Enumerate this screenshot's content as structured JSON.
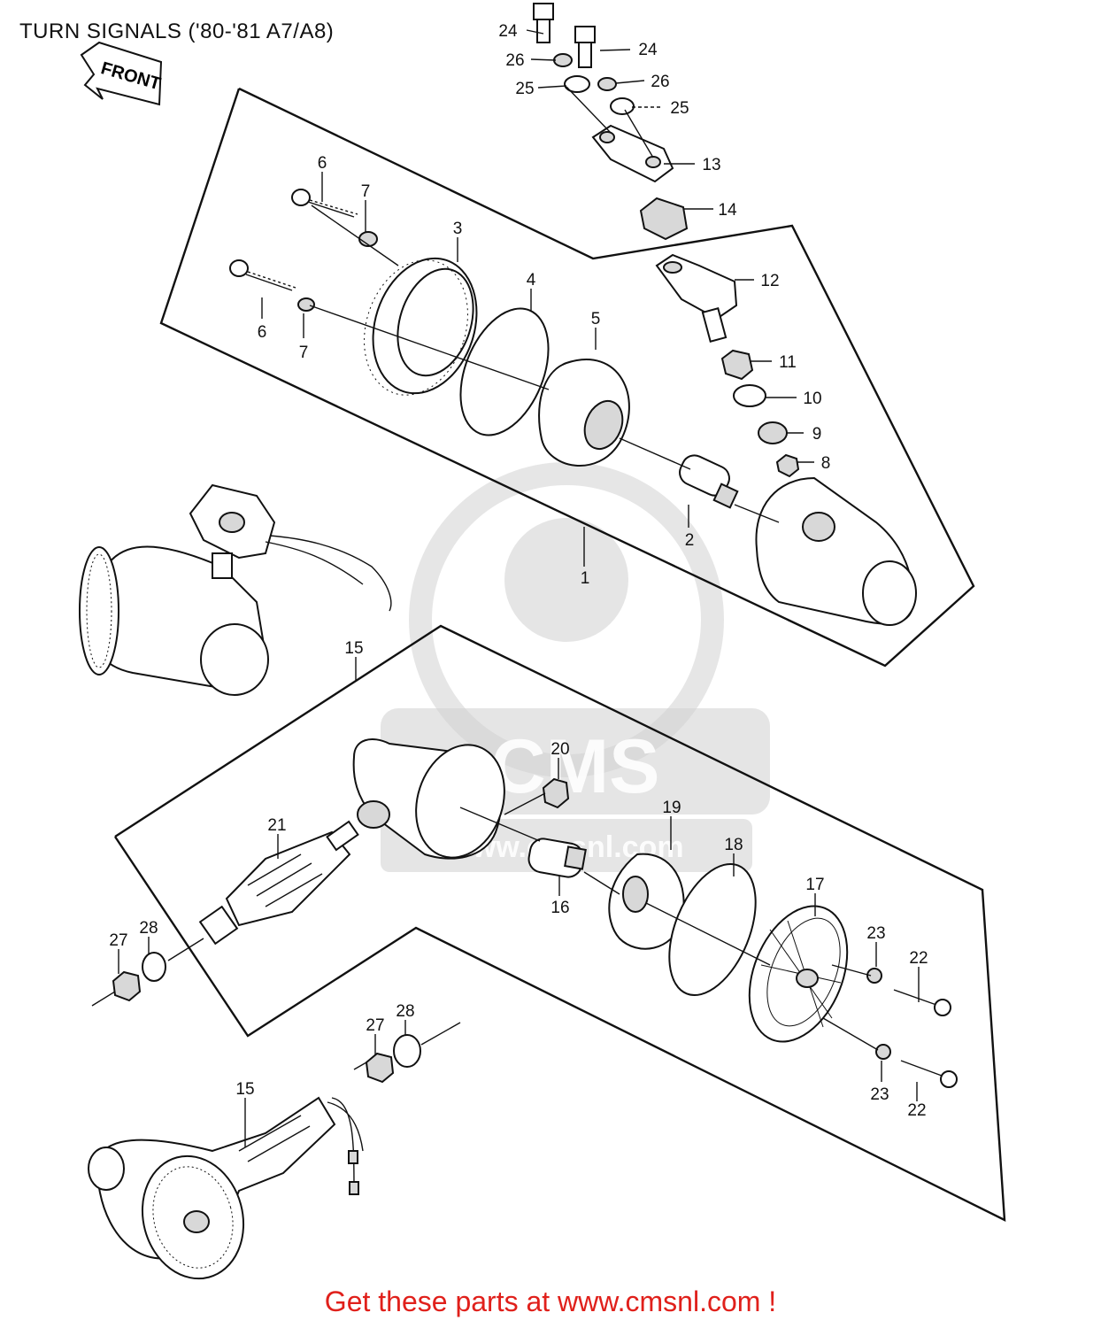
{
  "diagram": {
    "title": "TURN SIGNALS ('80-'81 A7/A8)",
    "front_badge": "FRONT",
    "watermark": {
      "brand": "CMS",
      "url": "www.cmsnl.com"
    },
    "cta": "Get these parts at www.cmsnl.com !",
    "cta_color": "#e0201b",
    "callouts": {
      "c1": "1",
      "c2": "2",
      "c3": "3",
      "c4": "4",
      "c5": "5",
      "c6a": "6",
      "c6b": "6",
      "c7a": "7",
      "c7b": "7",
      "c8": "8",
      "c9": "9",
      "c10": "10",
      "c11": "11",
      "c12": "12",
      "c13": "13",
      "c14": "14",
      "c15a": "15",
      "c15b": "15",
      "c16": "16",
      "c17": "17",
      "c18": "18",
      "c19": "19",
      "c20": "20",
      "c21": "21",
      "c22a": "22",
      "c22b": "22",
      "c23a": "23",
      "c23b": "23",
      "c24a": "24",
      "c24b": "24",
      "c25a": "25",
      "c25b": "25",
      "c26a": "26",
      "c26b": "26",
      "c27a": "27",
      "c27b": "27",
      "c28a": "28",
      "c28b": "28"
    }
  }
}
